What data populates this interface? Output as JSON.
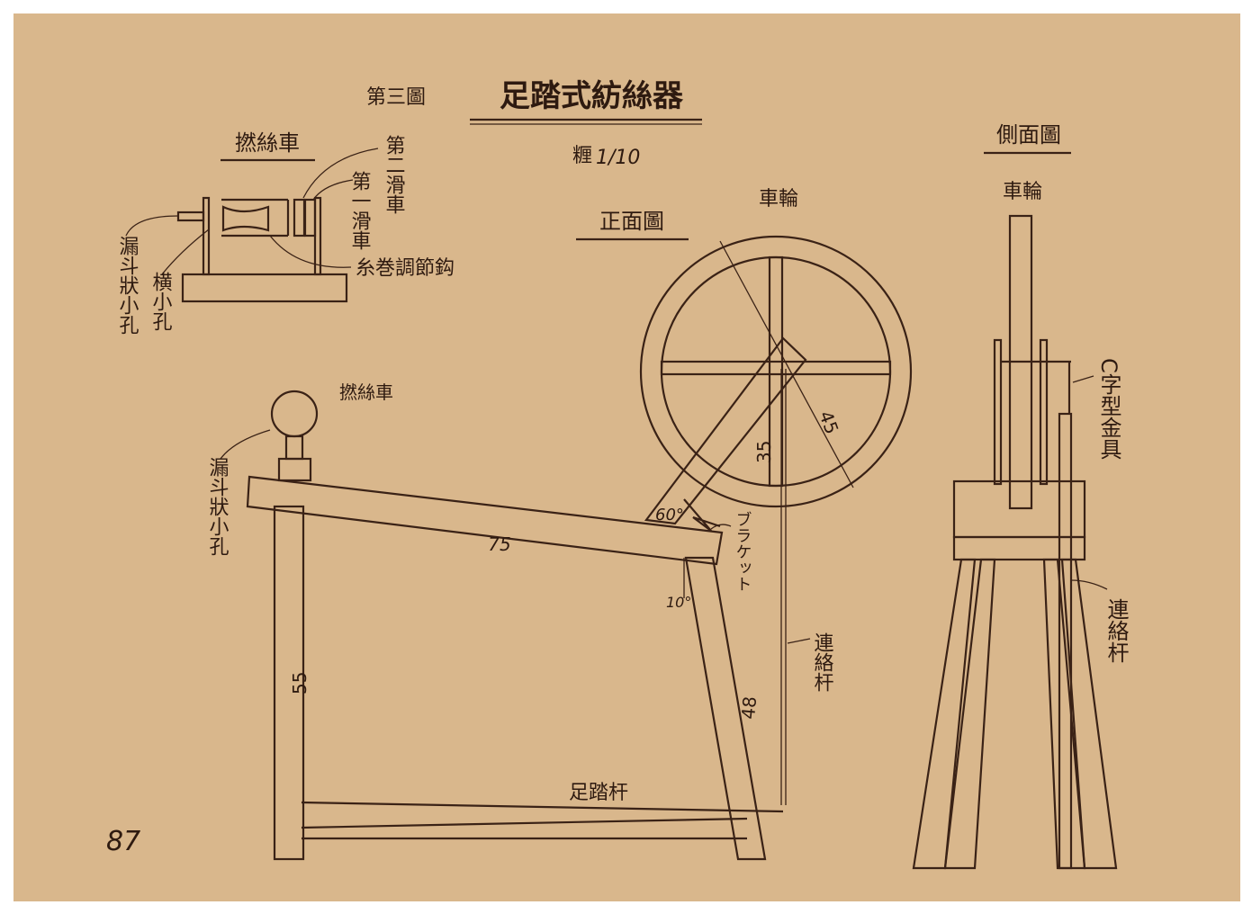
{
  "figure_number": "第三圖",
  "title": "足踏式紡絲器",
  "scale": {
    "label": "糎",
    "value": "1/10"
  },
  "page_number": "87",
  "twisting_wheel_detail": {
    "heading": "撚絲車",
    "labels": {
      "second_pulley": "第二滑車",
      "first_pulley": "第一滑車",
      "winding_hook": "糸巻調節鈎",
      "funnel_hole": "漏斗狀小孔",
      "side_hole": "横小孔"
    }
  },
  "front_view": {
    "heading": "正面圖",
    "labels": {
      "wheel": "車輪",
      "twisting_wheel": "撚絲車",
      "funnel_hole": "漏斗狀小孔",
      "bracket": "ブラケット",
      "connecting_rod": "連絡杆",
      "treadle": "足踏杆"
    },
    "dimensions": {
      "bench": "75",
      "left_leg": "55",
      "right_leg": "48",
      "arm": "35",
      "wheel_radius": "45",
      "arm_angle": "60°",
      "leg_angle": "10°"
    }
  },
  "side_view": {
    "heading": "側面圖",
    "labels": {
      "wheel": "車輪",
      "c_fitting": "C字型金具",
      "connecting_rod": "連絡杆"
    }
  },
  "colors": {
    "paper": "#d9b78c",
    "ink": "#3a2216"
  }
}
